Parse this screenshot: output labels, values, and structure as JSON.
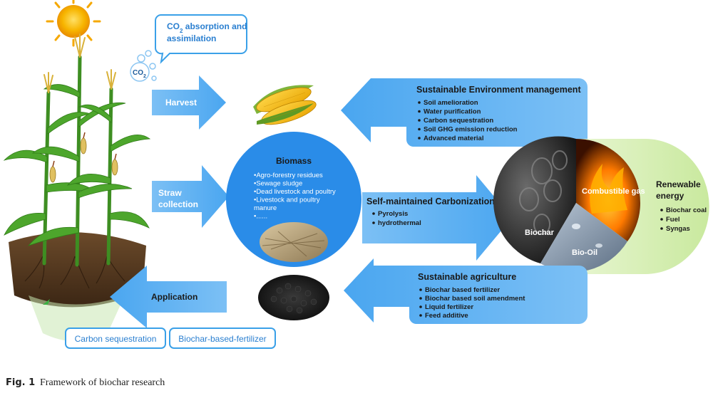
{
  "speech_bubble": {
    "line1_pre": "CO",
    "line1_sub": "2",
    "line1_post": " absorption and",
    "line2": "assimilation"
  },
  "co2_bubble": {
    "pre": "CO",
    "sub": "2"
  },
  "arrows": {
    "harvest": "Harvest",
    "straw_line1": "Straw",
    "straw_line2": "collection",
    "application": "Application"
  },
  "biomass": {
    "title": "Biomass",
    "items": [
      "•Agro-forestry residues",
      "•Sewage sludge",
      "•Dead livestock and poultry",
      "•Livestock and poultry",
      "  manure",
      "•......"
    ]
  },
  "carbonization": {
    "title": "Self-maintained Carbonization",
    "items": [
      "Pyrolysis",
      "hydrothermal"
    ]
  },
  "env_mgmt": {
    "title": "Sustainable Environment management",
    "items": [
      "Soil amelioration",
      "Water purification",
      "Carbon sequestration",
      "Soil GHG emission reduction",
      "Advanced material"
    ]
  },
  "agriculture": {
    "title": "Sustainable agriculture",
    "items": [
      "Biochar based fertilizer",
      "Biochar based soil amendment",
      "Liquid fertilizer",
      "Feed additive"
    ]
  },
  "products": {
    "biochar": "Biochar",
    "gas": "Combustible gas",
    "oil": "Bio-Oil"
  },
  "renewable": {
    "title1": "Renewable",
    "title2": "energy",
    "items": [
      "Biochar coal",
      "Fuel",
      "Syngas"
    ]
  },
  "bottom_labels": {
    "carbon": "Carbon sequestration",
    "fertilizer": "Biochar-based-fertilizer"
  },
  "caption": {
    "label": "Fig. 1",
    "text": "Framework of biochar research"
  },
  "colors": {
    "arrow_blue": "#5aaef0",
    "box_blue": "#5ab0f2",
    "circle_blue": "#2a8ce8",
    "green": "#d7efb4",
    "sun": "#f5a800"
  }
}
